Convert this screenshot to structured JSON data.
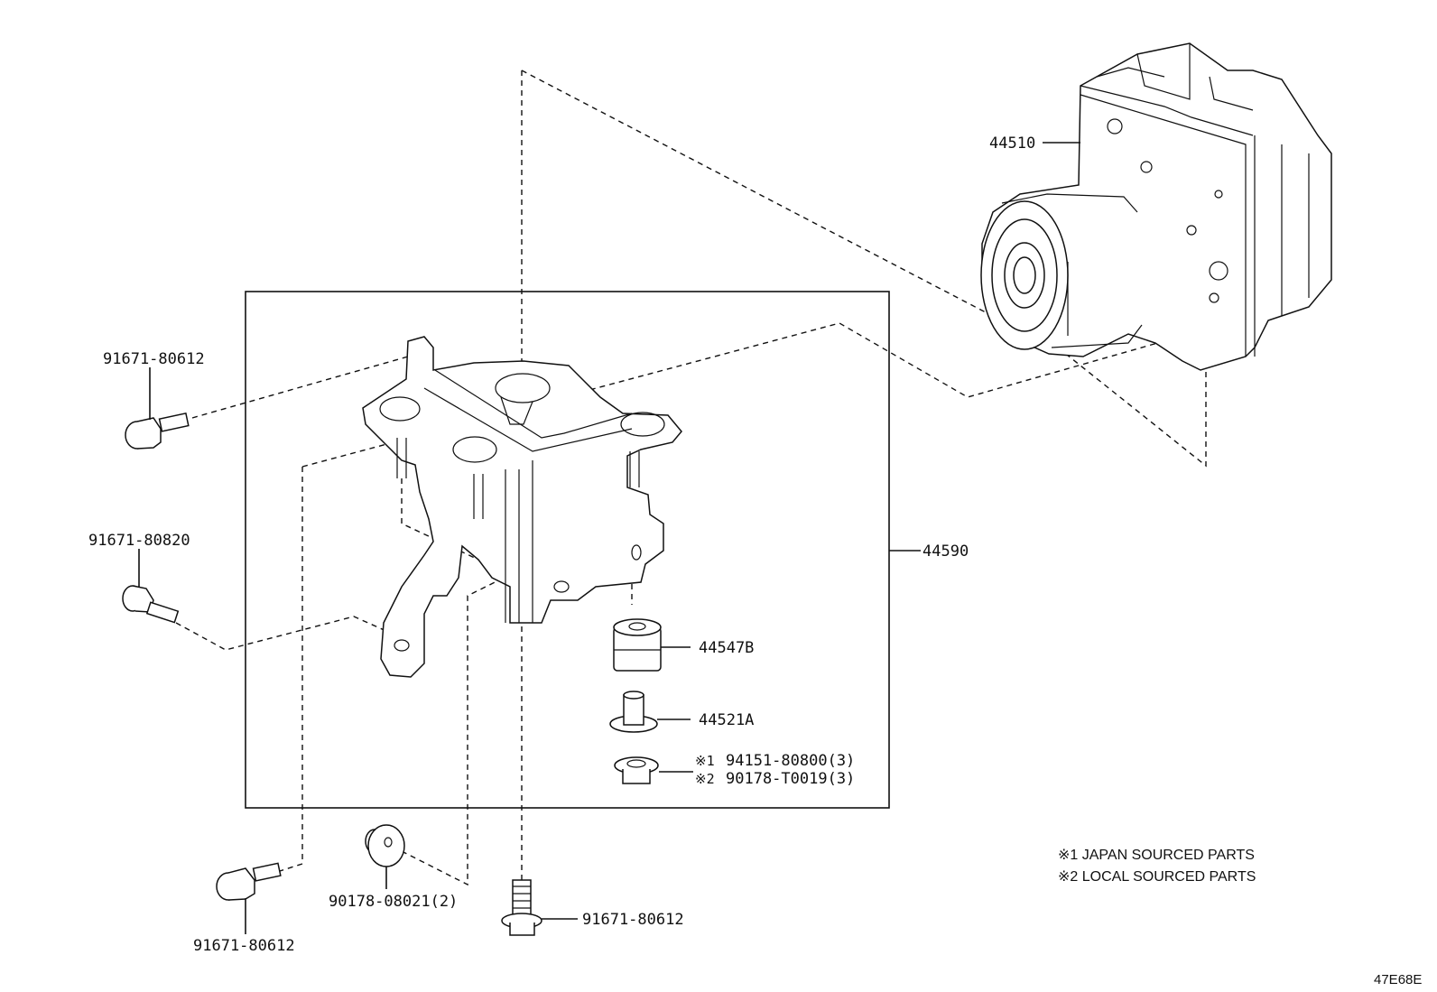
{
  "diagram": {
    "figure_code": "47E68E",
    "parts": {
      "p44510": "44510",
      "p44590": "44590",
      "p44547B": "44547B",
      "p44521A": "44521A",
      "p94151": "94151-80800(3)",
      "p90178t": "90178-T0019(3)",
      "p94151_mark": "※1",
      "p90178t_mark": "※2",
      "bolt_top_left": "91671-80612",
      "bolt_mid_left": "91671-80820",
      "bolt_bottom_left": "91671-80612",
      "washer": "90178-08021(2)",
      "bolt_bottom_center": "91671-80612"
    },
    "notes": {
      "note1": "※1 JAPAN SOURCED PARTS",
      "note2": "※2 LOCAL SOURCED PARTS"
    }
  }
}
